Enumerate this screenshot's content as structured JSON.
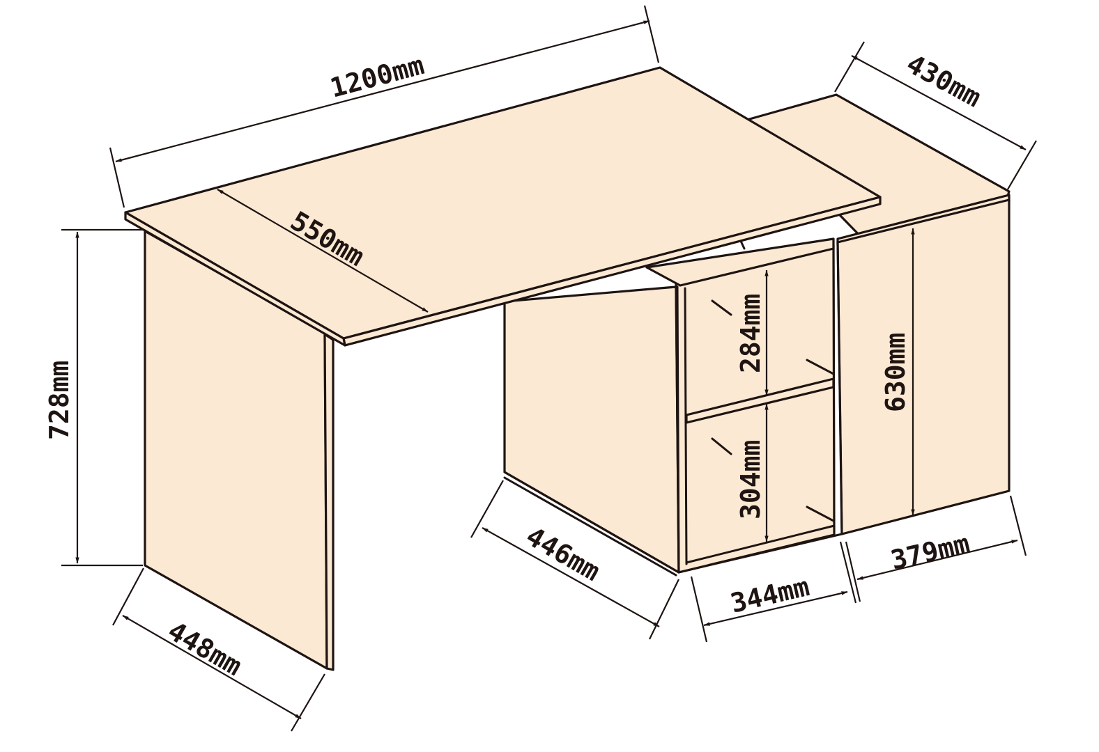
{
  "colors": {
    "panel": "#fbe9d3",
    "stroke": "#1e1412",
    "background": "#ffffff"
  },
  "dimensions": {
    "total_width": "1200mm",
    "side_depth": "430mm",
    "top_depth": "550mm",
    "height": "728mm",
    "upper_shelf": "284mm",
    "lower_shelf": "304mm",
    "cabinet_height": "630mm",
    "cabinet_side_depth": "446mm",
    "leg_depth": "448mm",
    "shelf_width": "344mm",
    "cabinet_width": "379mm"
  }
}
